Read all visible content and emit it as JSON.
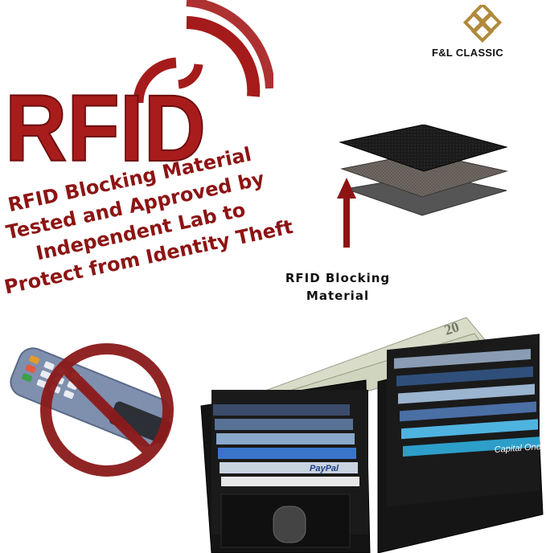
{
  "rfid_logo": {
    "text": "RFID"
  },
  "brand": {
    "name": "F&L CLASSIC",
    "logo_icon": "diamond-knot-logo"
  },
  "slogan": {
    "lines": [
      "RFID Blocking Material",
      "Tested and Approved by",
      "Independent Lab to",
      "Protect from Identity Theft"
    ]
  },
  "material_label": {
    "lines": [
      "RFID Blocking",
      "Material"
    ]
  },
  "wallet": {
    "card_brands": [
      "PayPal",
      "Capital One"
    ],
    "bill_value": "20"
  },
  "colors": {
    "accent": "#8d1414",
    "wallet": "#151515",
    "prohibit": "#8b1a1a"
  },
  "icons": [
    "wifi-waves-icon",
    "prohibited-icon",
    "card-reader-icon",
    "arrow-up-icon"
  ]
}
